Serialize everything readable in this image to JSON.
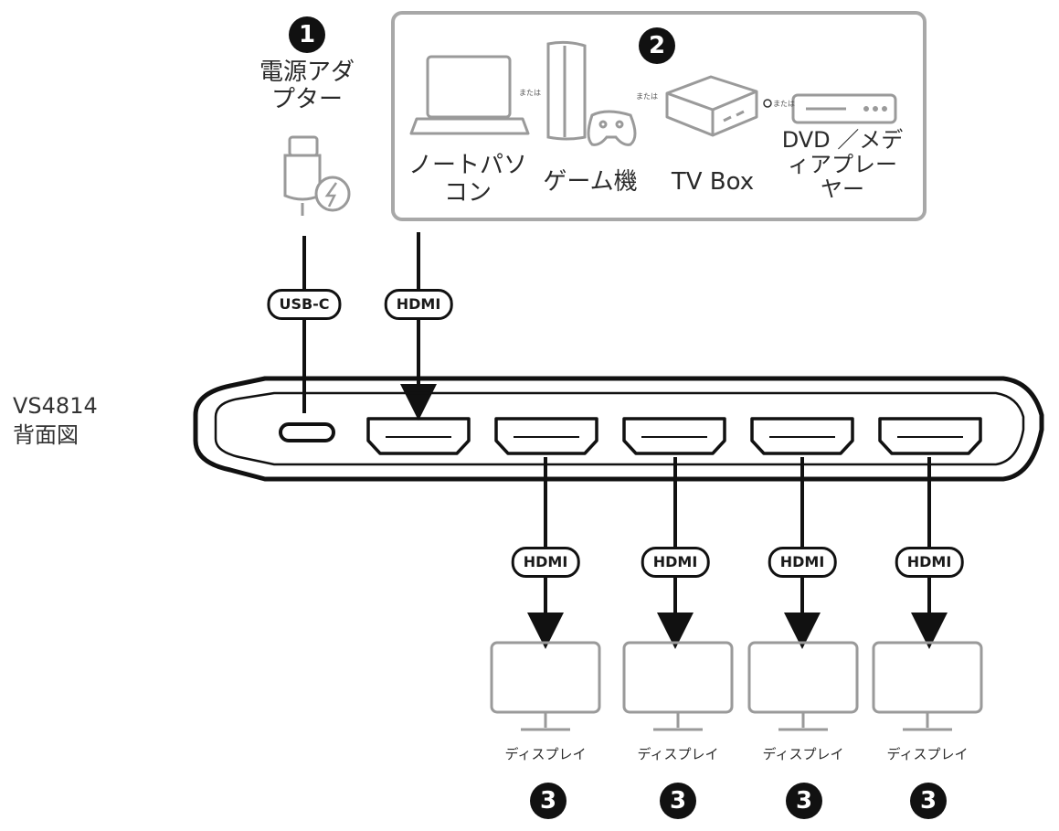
{
  "device": {
    "model": "VS4814",
    "view": "背面図"
  },
  "steps": {
    "power": "1",
    "source": "2",
    "display": "3"
  },
  "power_adapter": {
    "label_line1": "電源アダ",
    "label_line2": "プター"
  },
  "sources": {
    "laptop": {
      "line1": "ノートパソ",
      "line2": "コン"
    },
    "game": {
      "line1": "ゲーム機"
    },
    "tvbox": {
      "line1": "TV Box"
    },
    "dvd": {
      "line1": "DVD ／メデ",
      "line2": "ィアプレー",
      "line3": "ヤー"
    },
    "or1": "または",
    "or2": "または",
    "or3": "または"
  },
  "cables": {
    "usbc": "USB-C",
    "hdmi_in": "HDMI",
    "hdmi_out": [
      "HDMI",
      "HDMI",
      "HDMI",
      "HDMI"
    ]
  },
  "displays": [
    {
      "label": "ディスプレイ",
      "step": "3"
    },
    {
      "label": "ディスプレイ",
      "step": "3"
    },
    {
      "label": "ディスプレイ",
      "step": "3"
    },
    {
      "label": "ディスプレイ",
      "step": "3"
    }
  ]
}
